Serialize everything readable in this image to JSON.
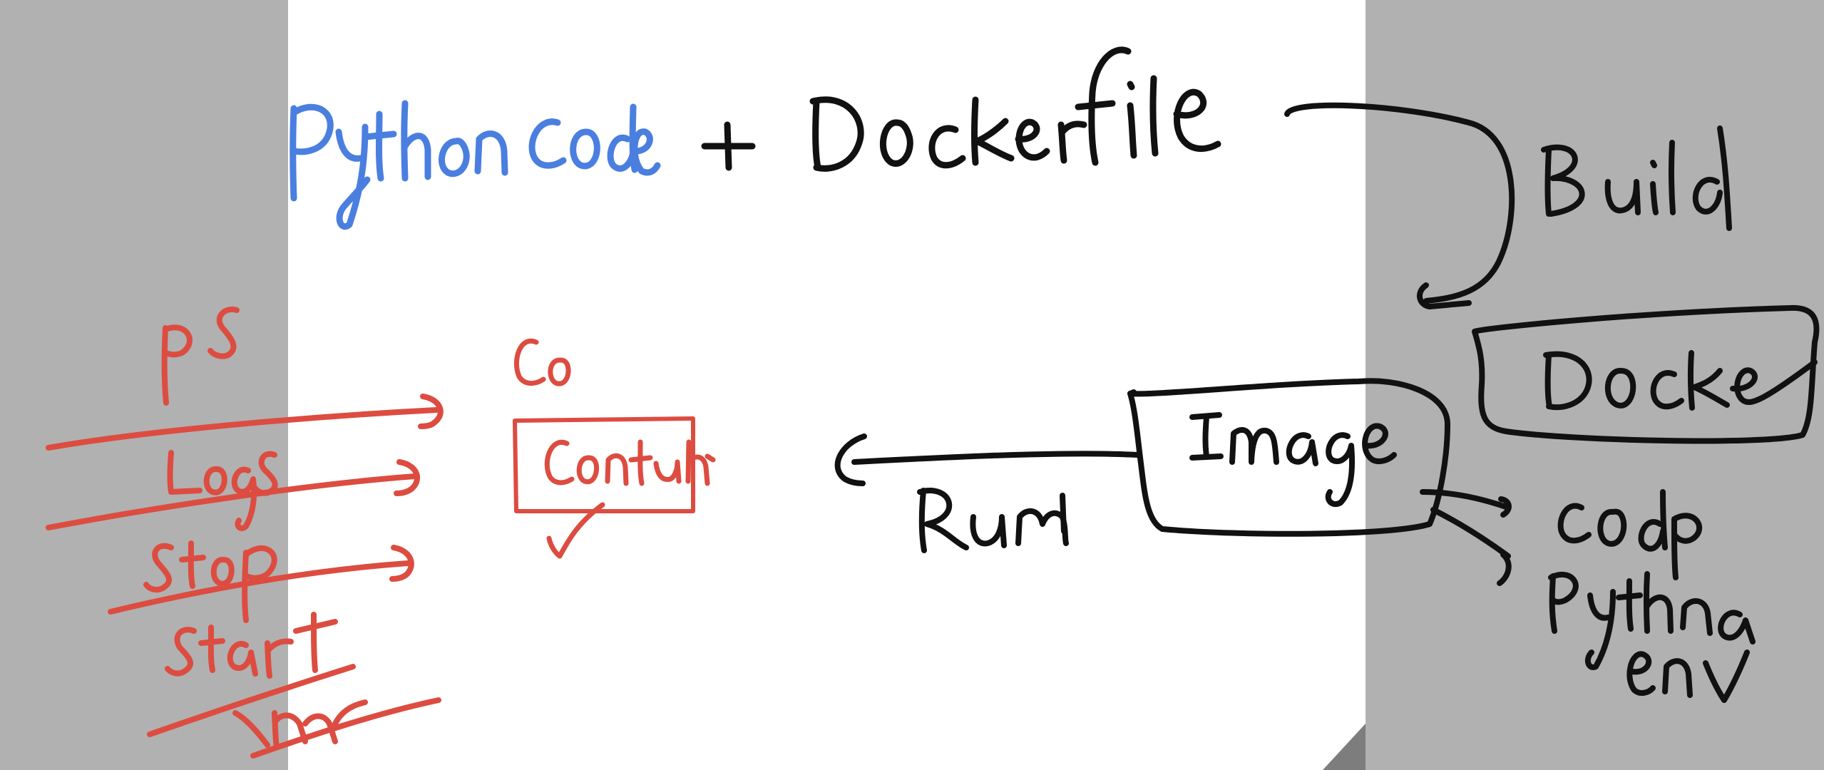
{
  "canvas": {
    "background_color": "#b1b1b1",
    "page_color": "#ffffff",
    "ink": {
      "black": "#111111",
      "blue": "#4a7fe0",
      "red": "#dd4c40"
    }
  },
  "title": {
    "part_blue": "Python code",
    "part_black": "+ Dockerfile"
  },
  "labels": {
    "build": "Build",
    "docker": "Docker",
    "image": "Image",
    "run": "Run",
    "co": "Co",
    "container": "Container",
    "image_contents": [
      "code",
      "Python",
      "env"
    ]
  },
  "commands": [
    "ps",
    "Logs",
    "stop",
    "start",
    "rm"
  ]
}
